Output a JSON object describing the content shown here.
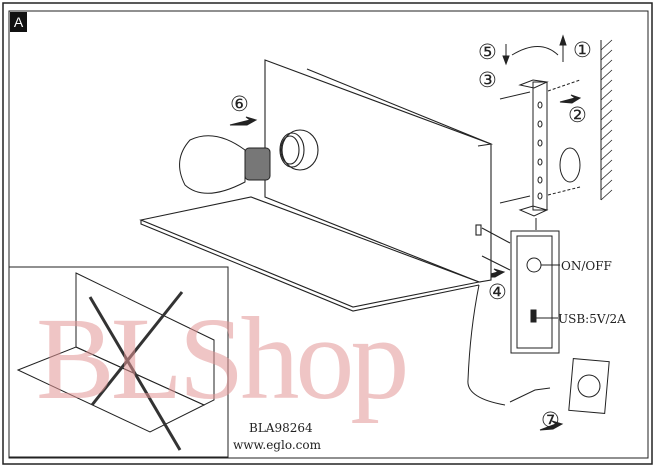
{
  "panel_label": "A",
  "steps": [
    "①",
    "②",
    "③",
    "④",
    "⑤",
    "⑥",
    "⑦"
  ],
  "labels": {
    "switch": "ON/OFF",
    "usb": "USB:5V/2A"
  },
  "model": "BLA98264",
  "website": "www.eglo.com",
  "watermark": "BLShop"
}
